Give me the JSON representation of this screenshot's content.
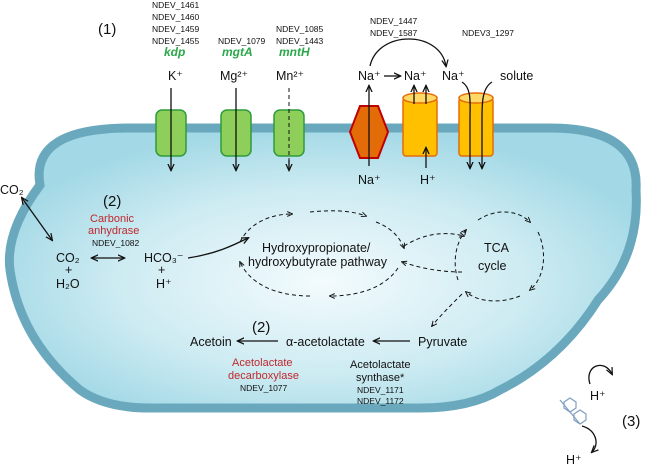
{
  "colors": {
    "cell_fill_center": "#f1fafc",
    "cell_fill_edge": "#a9dde8",
    "membrane": "#6aa9bd",
    "channel_green": "#8dcf5a",
    "channel_green_border": "#2e9b3a",
    "antiporter_orange": "#ffc000",
    "antiporter_border": "#e46c0a",
    "hex_orange": "#e36c09",
    "hex_border": "#c00000",
    "gene_green": "#2aa84a",
    "enzyme_red": "#c0282d"
  },
  "labels": {
    "section1": "(1)",
    "section2a": "(2)",
    "section2b": "(2)",
    "section3": "(3)"
  },
  "genes": {
    "kdp_ids": [
      "NDEV_1461",
      "NDEV_1460",
      "NDEV_1459",
      "NDEV_1455"
    ],
    "kdp_name": "kdp",
    "mgta_id": "NDEV_1079",
    "mgta_name": "mgtA",
    "mnth_ids": [
      "NDEV_1085",
      "NDEV_1443"
    ],
    "mnth_name": "mntH",
    "na_ids": [
      "NDEV_1447",
      "NDEV_1587"
    ],
    "solute_id": "NDEV3_1297"
  },
  "ions": {
    "k": "K⁺",
    "mg": "Mg²⁺",
    "mn": "Mn²⁺",
    "na_left": "Na⁺",
    "na_mid": "Na⁺",
    "na_right": "Na⁺",
    "solute": "solute",
    "na_bottom": "Na⁺",
    "h_bottom": "H⁺"
  },
  "carbon": {
    "co2_out": "CO₂",
    "enzyme_lines": [
      "Carbonic",
      "anhydrase"
    ],
    "enzyme_id": "NDEV_1082",
    "co2_in": "CO₂",
    "plus1": "+",
    "h2o": "H₂O",
    "hco3": "HCO₃⁻",
    "plus2": "+",
    "h_plus": "H⁺"
  },
  "pathway": {
    "line1": "Hydroxypropionate/",
    "line2": "hydroxybutyrate pathway",
    "tca_line1": "TCA",
    "tca_line2": "cycle"
  },
  "acetoin": {
    "acetoin": "Acetoin",
    "acetolactate": "α-acetolactate",
    "pyruvate": "Pyruvate",
    "decarb_lines": [
      "Acetolactate",
      "decarboxylase"
    ],
    "decarb_id": "NDEV_1077",
    "synthase_lines": [
      "Acetolactate",
      "synthase*"
    ],
    "synthase_ids": [
      "NDEV_1171",
      "NDEV_1172"
    ]
  },
  "proton": {
    "h_top": "H⁺",
    "h_bottom": "H⁺"
  }
}
